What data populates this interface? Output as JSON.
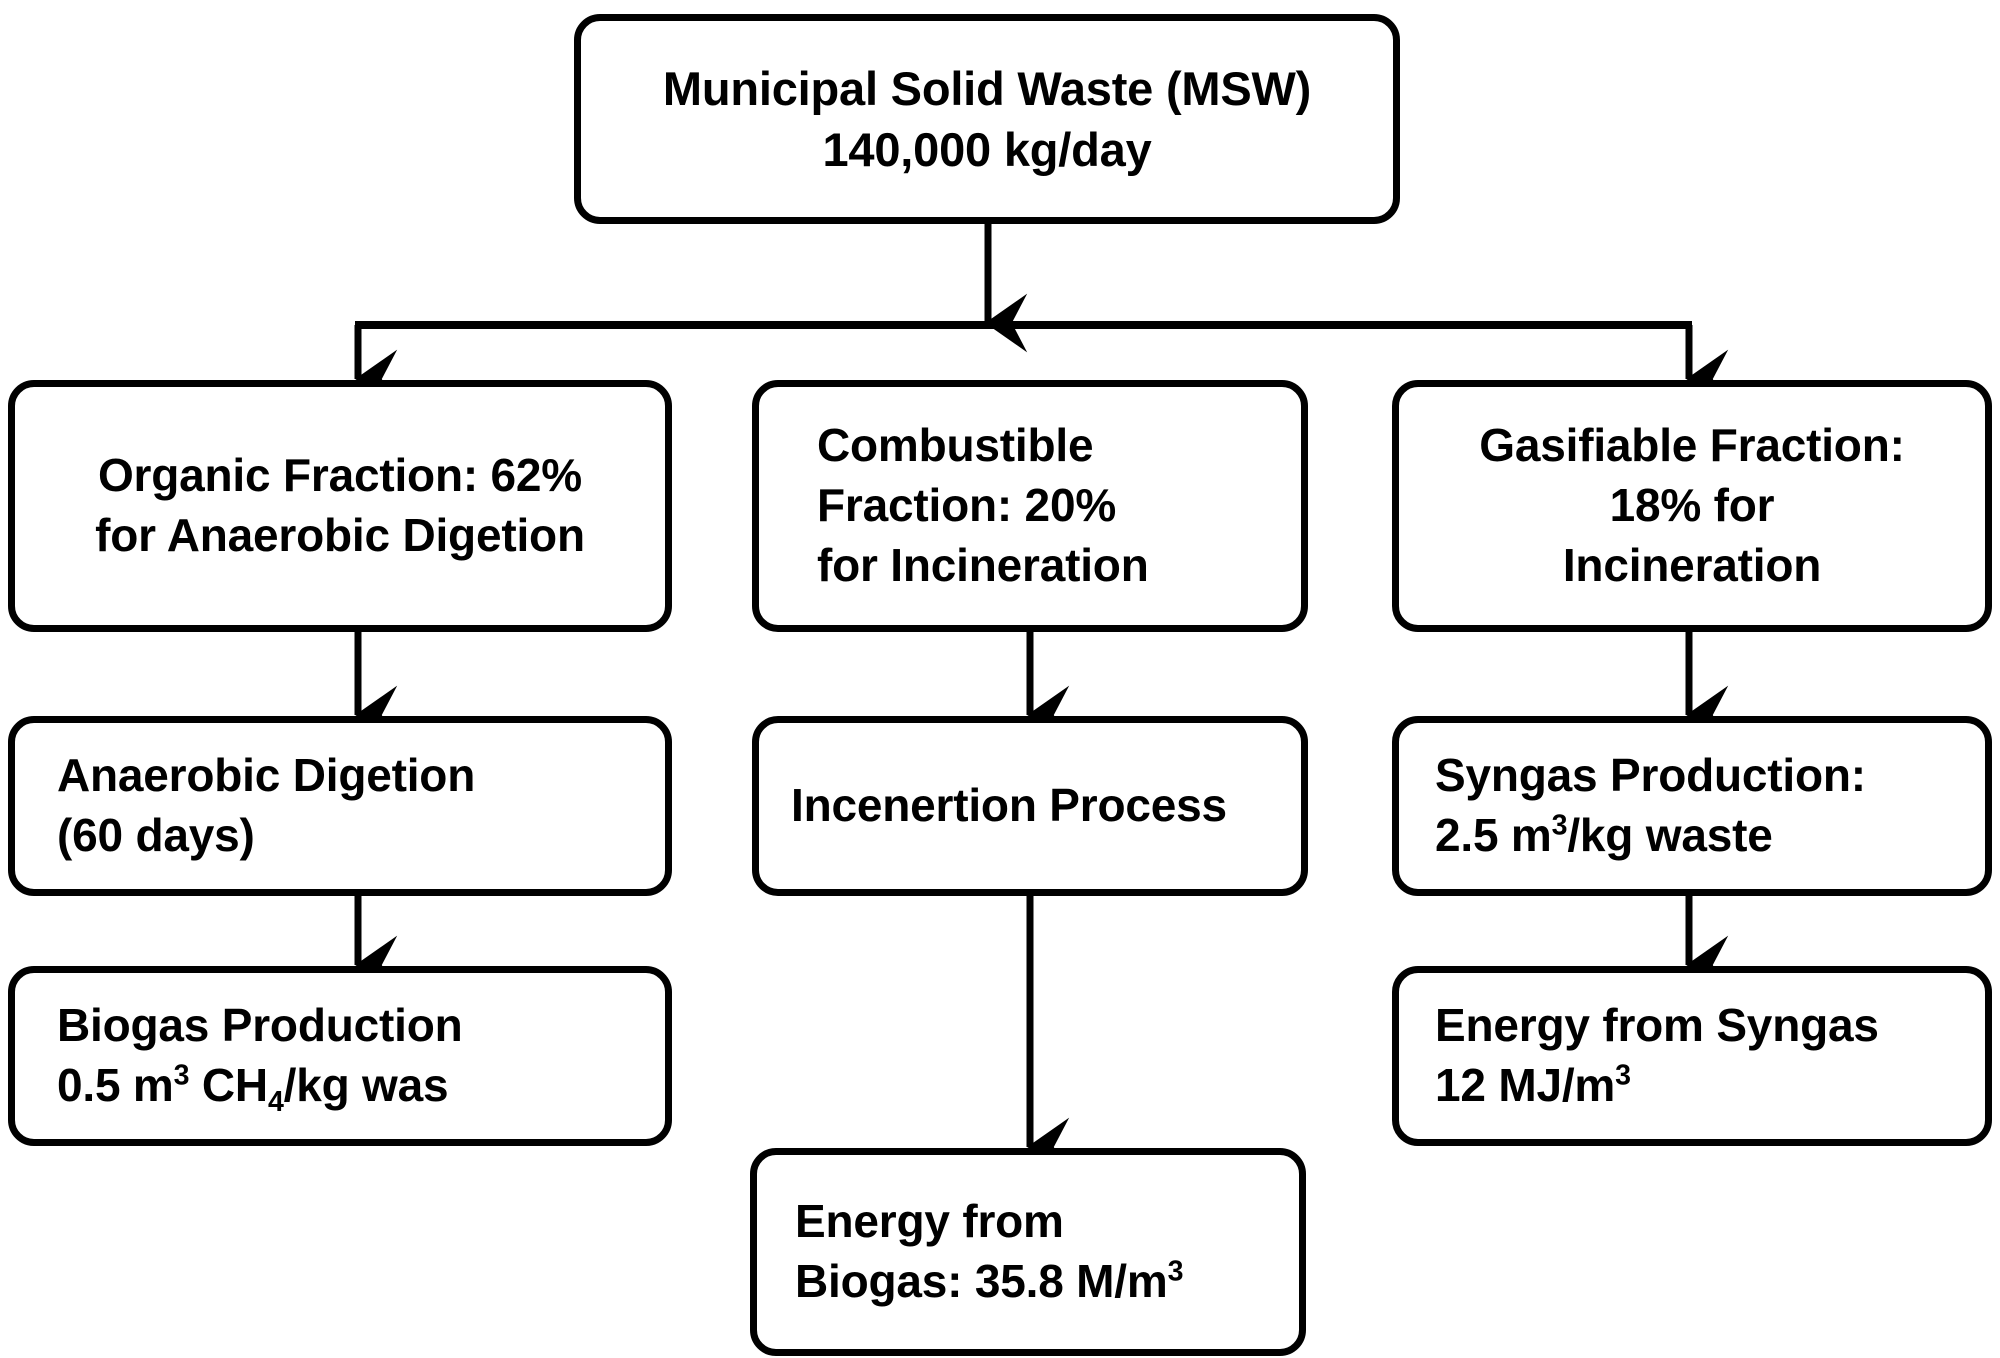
{
  "diagram": {
    "title": "Municipal Solid Waste (MSW) treatment pathways flowchart",
    "style": {
      "box_border_color": "#000000",
      "box_fill_color": "#ffffff",
      "text_color": "#000000",
      "connector_color": "#000000"
    },
    "nodes": {
      "msw": {
        "id": "msw",
        "lines": [
          "Municipal Solid Waste (MSW)",
          "140,000 kg/day"
        ]
      },
      "organic": {
        "id": "organic",
        "lines": [
          "Organic Fraction: 62%",
          "for Anaerobic Digetion"
        ]
      },
      "combustible": {
        "id": "combustible",
        "lines": [
          "Combustible",
          "Fraction: 20%",
          "for Incineration"
        ]
      },
      "gasifiable": {
        "id": "gasifiable",
        "lines": [
          "Gasifiable Fraction:",
          "18% for",
          "Incineration"
        ]
      },
      "anaerobic": {
        "id": "anaerobic",
        "lines": [
          "Anaerobic Digetion",
          "(60 days)"
        ]
      },
      "incineration": {
        "id": "incineration",
        "lines": [
          "Incenertion Process"
        ]
      },
      "syngas": {
        "id": "syngas",
        "line1": "Syngas Production:",
        "line2_pre": "2.5 m",
        "line2_sup": "3",
        "line2_post": "/kg waste"
      },
      "biogas": {
        "id": "biogas",
        "line1": "Biogas Production",
        "line2_a": "0.5 m",
        "line2_sup": "3",
        "line2_b": " CH",
        "line2_sub": "4",
        "line2_c": "/kg was"
      },
      "energy_syngas": {
        "id": "energy_syngas",
        "line1": "Energy from Syngas",
        "line2_pre": "12 MJ/m",
        "line2_sup": "3"
      },
      "energy_biogas": {
        "id": "energy_biogas",
        "line1": "Energy from",
        "line2_pre": "Biogas:  35.8 ",
        "line2_unit": "M/m",
        "line2_sup": "3"
      }
    },
    "edges": [
      {
        "from": "msw",
        "to": "split-bar",
        "type": "arrow-down"
      },
      {
        "from": "split-bar",
        "to": "organic",
        "type": "arrow-down"
      },
      {
        "from": "split-bar",
        "to": "combustible",
        "type": "arrow-down"
      },
      {
        "from": "split-bar",
        "to": "gasifiable",
        "type": "arrow-down"
      },
      {
        "from": "organic",
        "to": "anaerobic",
        "type": "arrow-down"
      },
      {
        "from": "anaerobic",
        "to": "biogas",
        "type": "arrow-down"
      },
      {
        "from": "combustible",
        "to": "incineration",
        "type": "arrow-down"
      },
      {
        "from": "incineration",
        "to": "energy_biogas",
        "type": "arrow-down"
      },
      {
        "from": "gasifiable",
        "to": "syngas",
        "type": "arrow-down"
      },
      {
        "from": "syngas",
        "to": "energy_syngas",
        "type": "arrow-down"
      }
    ]
  }
}
